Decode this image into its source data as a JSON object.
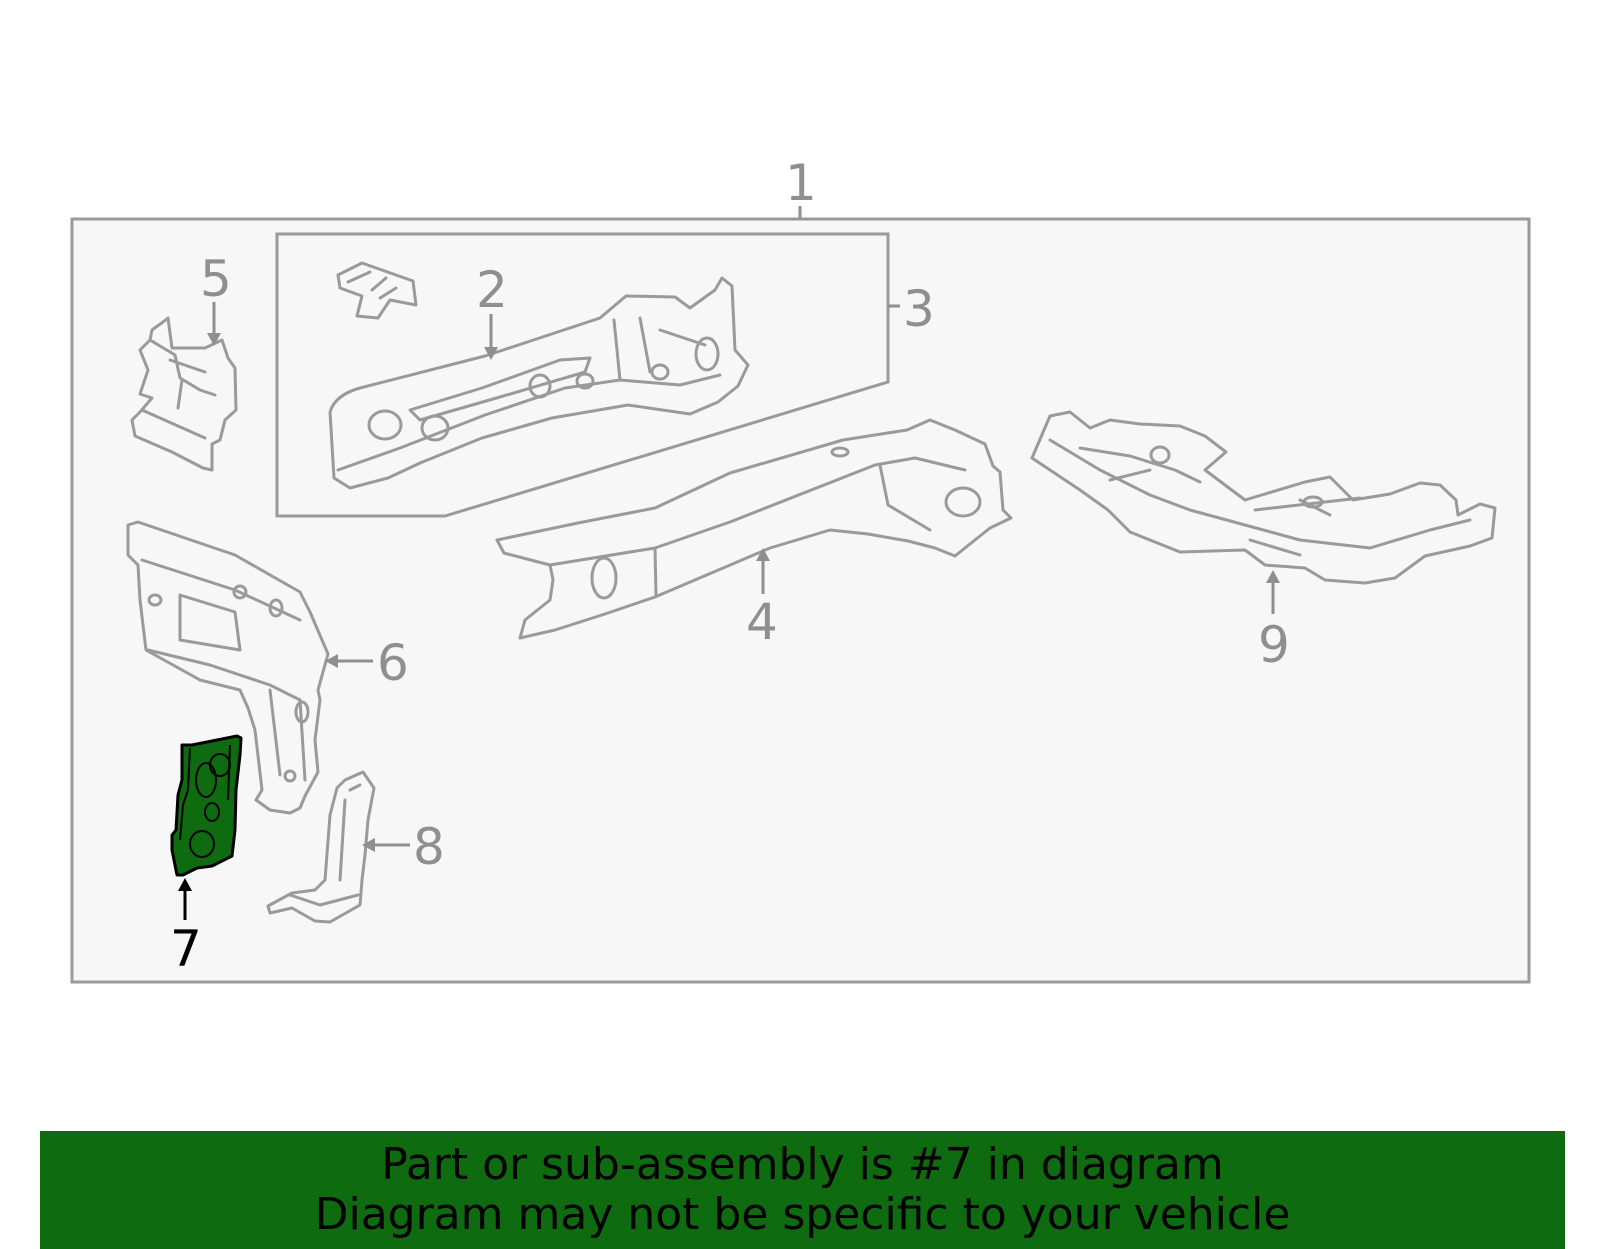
{
  "diagram": {
    "callouts": [
      "1",
      "2",
      "3",
      "4",
      "5",
      "6",
      "7",
      "8",
      "9"
    ],
    "highlighted_callout": "7",
    "colors": {
      "background_panel": "#f7f7f7",
      "line": "#9a9a9a",
      "highlight_fill": "#0f6b0f"
    }
  },
  "banner": {
    "line1": "Part or sub-assembly is #7 in diagram",
    "line2": "Diagram may not be specific to your vehicle",
    "background": "#0f6b0f"
  }
}
